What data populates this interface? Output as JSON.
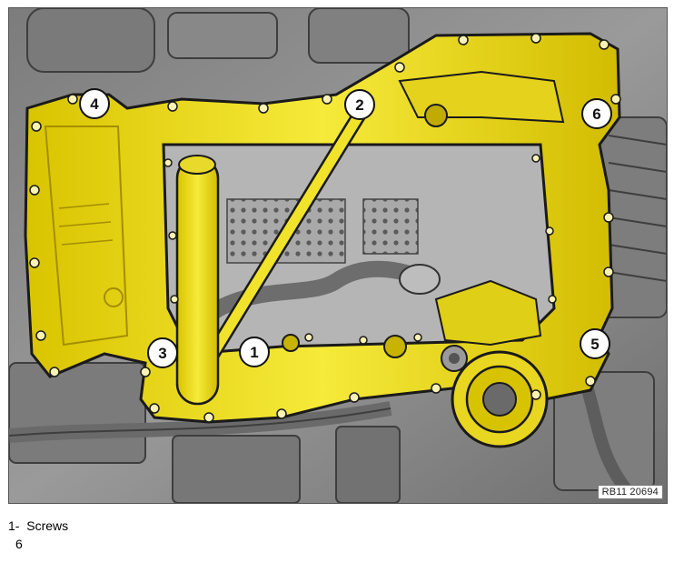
{
  "figure": {
    "reference": "RB11 20694",
    "callouts": [
      "1",
      "2",
      "3",
      "4",
      "5",
      "6"
    ],
    "colors": {
      "highlight": "#f2e21e",
      "engine": "#8d8d8d",
      "outline": "#1a1a1a",
      "callout_fill": "#ffffff"
    }
  },
  "legend": {
    "item1_number": "1-",
    "item1_text": "Screws",
    "item2_number": "6"
  }
}
